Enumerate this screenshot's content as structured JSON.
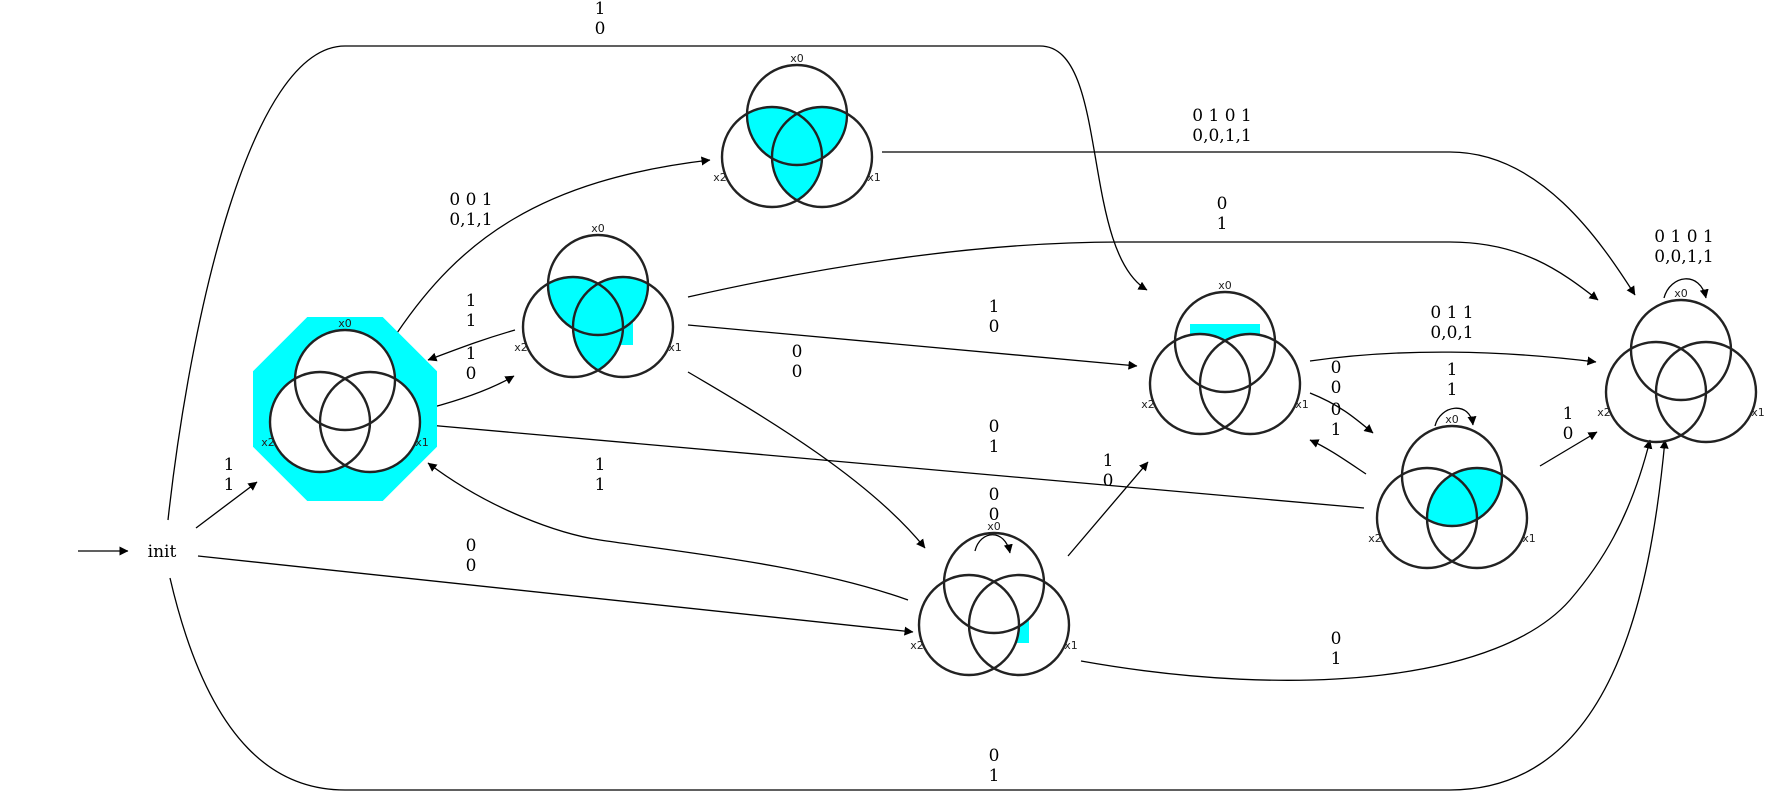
{
  "colors": {
    "fill": "#00ffff",
    "stroke": "#222222",
    "edge": "#000000"
  },
  "init_label": "init",
  "venn_labels": {
    "x0": "x0",
    "x1": "x1",
    "x2": "x2"
  },
  "states": [
    {
      "id": "s_all",
      "regions": [],
      "outer_fill": true
    },
    {
      "id": "s_x0x1_x0x2_x1x2",
      "regions": [
        "x0x1",
        "x0x2",
        "x1x2",
        "x0x1x2"
      ],
      "outer_fill": false
    },
    {
      "id": "s_x0x1_x0x2_x1x2_x1",
      "regions": [
        "x0x1",
        "x0x2",
        "x1x2",
        "x0x1x2",
        "x1"
      ],
      "outer_fill": false
    },
    {
      "id": "s_x0_only",
      "regions": [
        "x0"
      ],
      "outer_fill": false
    },
    {
      "id": "s_x1_only",
      "regions": [
        "x1"
      ],
      "outer_fill": false
    },
    {
      "id": "s_x0x1_only",
      "regions": [
        "x0x1"
      ],
      "outer_fill": false
    },
    {
      "id": "s_empty",
      "regions": [],
      "outer_fill": false
    }
  ],
  "edges": [
    {
      "label": [
        "1",
        "0"
      ]
    },
    {
      "label": [
        "0 1 0 1",
        "0,0,1,1"
      ]
    },
    {
      "label": [
        "0",
        "1"
      ]
    },
    {
      "label": [
        "0 1 0 1",
        "0,0,1,1"
      ]
    },
    {
      "label": [
        "0 0 1",
        "0,1,1"
      ]
    },
    {
      "label": [
        "1",
        "1"
      ]
    },
    {
      "label": [
        "1",
        "0"
      ]
    },
    {
      "label": [
        "1",
        "0"
      ]
    },
    {
      "label": [
        "0",
        "0"
      ]
    },
    {
      "label": [
        "0 1 1",
        "0,0,1"
      ]
    },
    {
      "label": [
        "1",
        "1"
      ]
    },
    {
      "label": [
        "1",
        "1"
      ]
    },
    {
      "label": [
        "0",
        "0"
      ]
    },
    {
      "label": [
        "0",
        "1"
      ]
    },
    {
      "label": [
        "0",
        "0"
      ]
    },
    {
      "label": [
        "0",
        "1"
      ]
    },
    {
      "label": [
        "1",
        "0"
      ]
    },
    {
      "label": [
        "1",
        "1"
      ]
    },
    {
      "label": [
        "0",
        "0"
      ]
    },
    {
      "label": [
        "1",
        "0"
      ]
    },
    {
      "label": [
        "0",
        "1"
      ]
    },
    {
      "label": [
        "0",
        "1"
      ]
    }
  ]
}
